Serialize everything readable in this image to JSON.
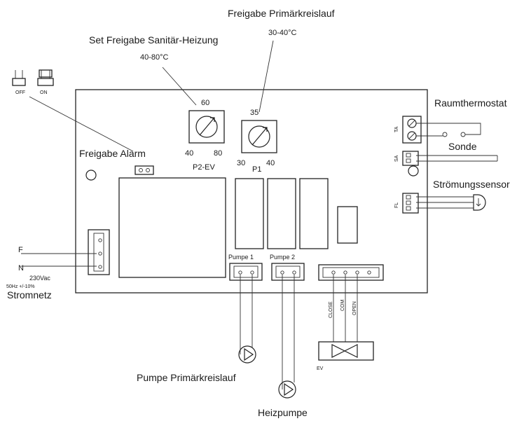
{
  "labels": {
    "freigabe_primaer": "Freigabe Primärkreislauf",
    "freigabe_primaer_range": "30-40°C",
    "set_freigabe": "Set Freigabe Sanitär-Heizung",
    "set_freigabe_range": "40-80°C",
    "off": "OFF",
    "on": "ON",
    "freigabe_alarm": "Freigabe Alarm",
    "raumthermostat": "Raumthermostat",
    "sonde": "Sonde",
    "stroemungssensor": "Strömungssensor",
    "f": "F",
    "n": "N",
    "voltage": "230Vac",
    "freq": "50Hz +/-10%",
    "stromnetz": "Stromnetz",
    "pumpe1": "Pumpe 1",
    "pumpe2": "Pumpe 2",
    "close": "CLOSE",
    "com": "COM",
    "open": "OPEN",
    "ev": "EV",
    "pumpe_primaer": "Pumpe Primärkreislauf",
    "heizpumpe": "Heizpumpe",
    "ta": "TA",
    "sa": "SA",
    "fl": "FL"
  },
  "potentiometers": [
    {
      "name": "P2-EV",
      "label": "P2-EV",
      "top": "60",
      "min": "40",
      "max": "80"
    },
    {
      "name": "P1",
      "label": "P1",
      "top": "35",
      "min": "30",
      "max": "40"
    }
  ]
}
